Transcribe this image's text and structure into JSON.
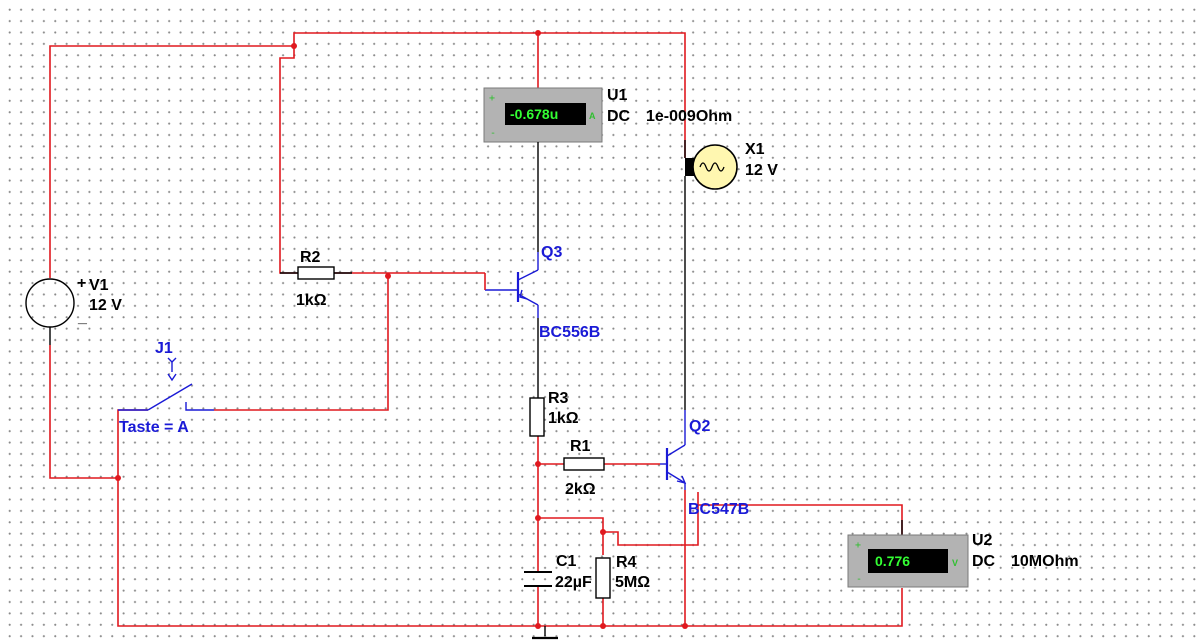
{
  "components": {
    "v1": {
      "ref": "V1",
      "value": "12 V",
      "plus": "+",
      "minus": "_"
    },
    "u1": {
      "ref": "U1",
      "mode": "DC",
      "setting": "1e-009Ohm",
      "reading": "-0.678u",
      "unit": "A",
      "plus": "+",
      "minus": "-"
    },
    "u2": {
      "ref": "U2",
      "mode": "DC",
      "setting": "10MOhm",
      "reading": "0.776",
      "unit": "V",
      "plus": "+",
      "minus": "-"
    },
    "x1": {
      "ref": "X1",
      "value": "12 V"
    },
    "r1": {
      "ref": "R1",
      "value": "2kΩ"
    },
    "r2": {
      "ref": "R2",
      "value": "1kΩ"
    },
    "r3": {
      "ref": "R3",
      "value": "1kΩ"
    },
    "r4": {
      "ref": "R4",
      "value": "5MΩ"
    },
    "c1": {
      "ref": "C1",
      "value": "22µF"
    },
    "q2": {
      "ref": "Q2",
      "model": "BC547B"
    },
    "q3": {
      "ref": "Q3",
      "model": "BC556B"
    },
    "j1": {
      "ref": "J1",
      "key": "Taste = A"
    }
  },
  "colors": {
    "wire": "#e0191f",
    "part": "#000000",
    "active_part": "#1a1ad6",
    "meter_display": "#33ff33"
  }
}
